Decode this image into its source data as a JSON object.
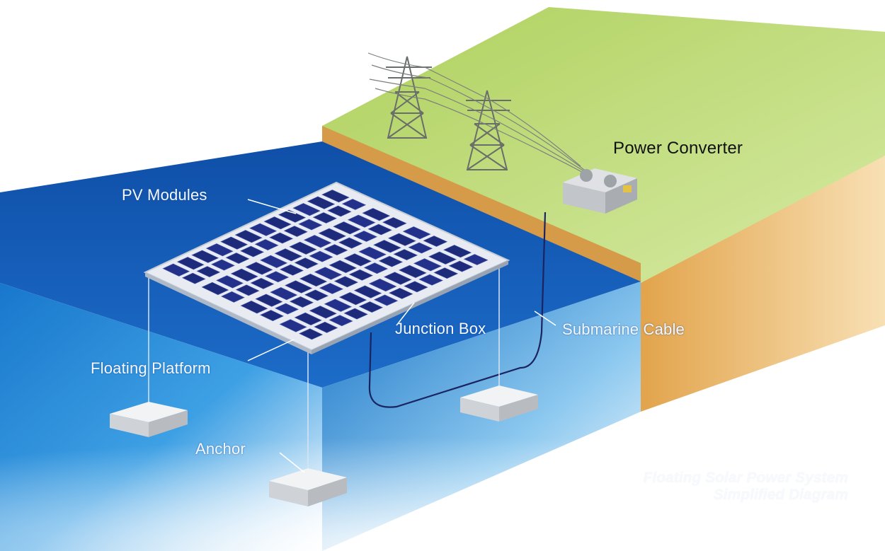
{
  "labels": {
    "power_converter": "Power Converter",
    "pv_modules": "PV Modules",
    "junction_box": "Junction Box",
    "submarine_cable": "Submarine Cable",
    "floating_platform": "Floating Platform",
    "anchor": "Anchor"
  },
  "caption": {
    "line1": "Floating Solar Power System",
    "line2": "Simplified Diagram"
  },
  "colors": {
    "land_top": "#b8d86a",
    "land_side": "#e9b35f",
    "water_top": "#1559b8",
    "water_side": "#1a86d8",
    "panel": "#1e2a7a",
    "platform": "#e8ecf2",
    "cable": "#1b2460"
  }
}
